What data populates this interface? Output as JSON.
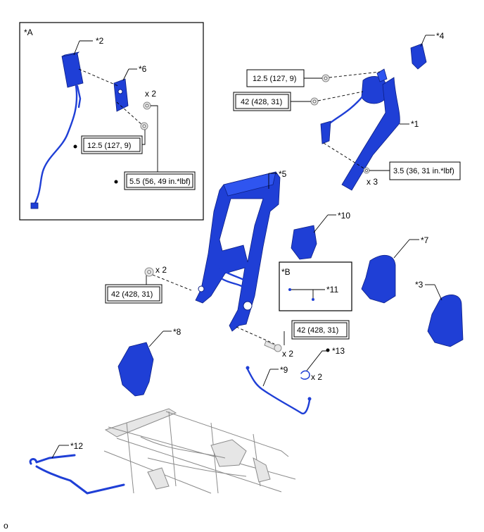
{
  "callouts": {
    "A": "*A",
    "B": "*B",
    "c1": "*1",
    "c2": "*2",
    "c3": "*3",
    "c4": "*4",
    "c5": "*5",
    "c6": "*6",
    "c7": "*7",
    "c8": "*8",
    "c9": "*9",
    "c10": "*10",
    "c11": "*11",
    "c12": "*12",
    "c13": "*13"
  },
  "torques": {
    "t_a1": "12.5 (127, 9)",
    "t_a2": "5.5 (56, 49 in.*lbf)",
    "t_r1": "12.5 (127, 9)",
    "t_r2": "42 (428, 31)",
    "t_r3": "3.5 (36, 31 in.*lbf)",
    "t_l1": "42 (428, 31)",
    "t_b1": "42 (428, 31)"
  },
  "quantities": {
    "q_a": "x 2",
    "q_r": "x 3",
    "q_l": "x 2",
    "q_b": "x 2",
    "q_13": "x 2"
  },
  "footer": {
    "code": "o"
  },
  "colors": {
    "part": "#1f3fd6",
    "part_dark": "#0c1f85",
    "base_frame": "#8a8a8a"
  }
}
